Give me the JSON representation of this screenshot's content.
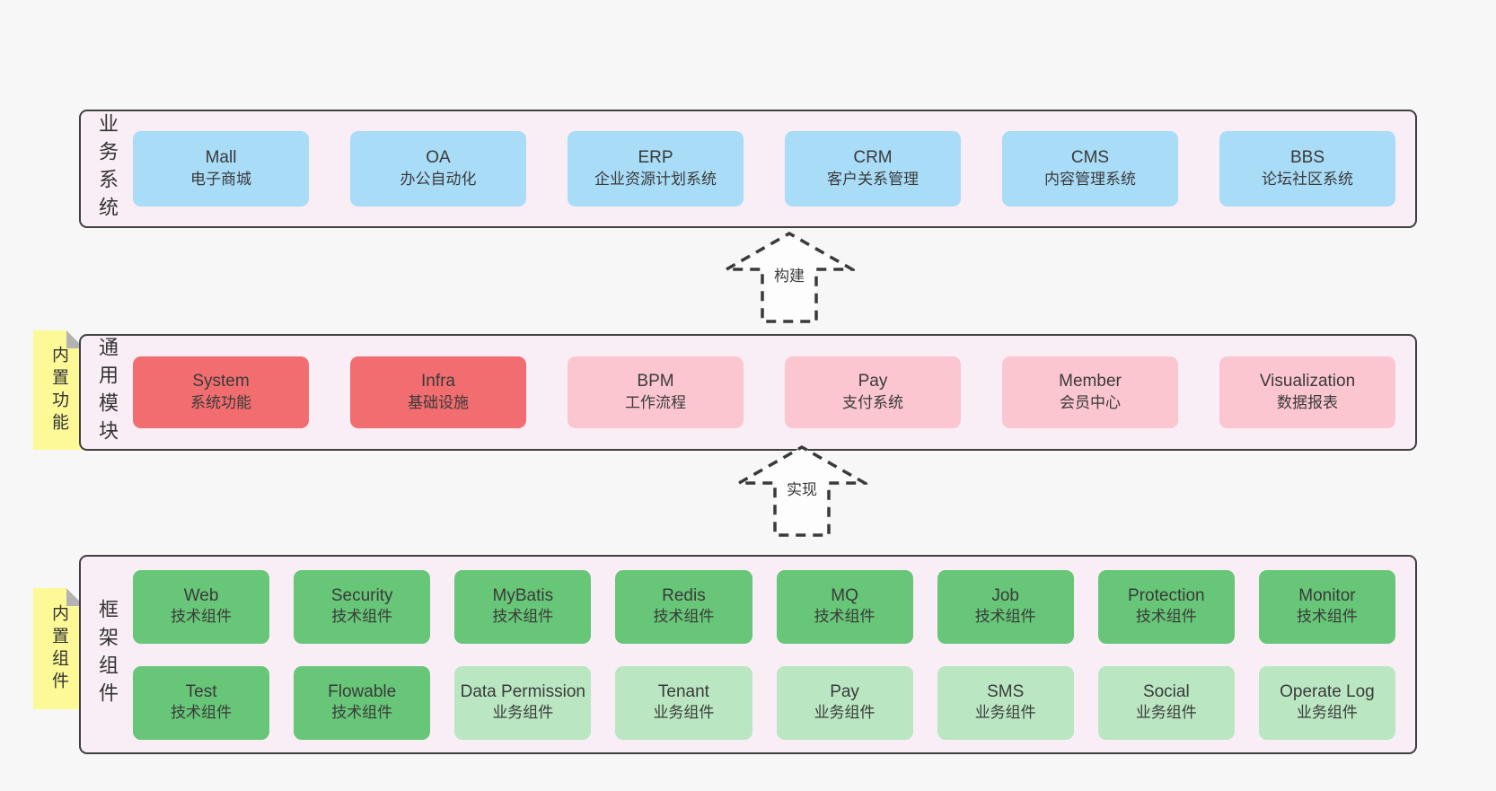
{
  "diagram": {
    "colors": {
      "blue": "#a9dcf7",
      "red": "#f26d6f",
      "pink": "#fbc6d0",
      "green": "#67c677",
      "green_light": "#bae7c2",
      "band_background": "#f9edf6",
      "sticky_yellow": "#fcf996",
      "border": "#3f3f3f"
    },
    "arrows": [
      {
        "label": "构建"
      },
      {
        "label": "实现"
      }
    ],
    "bands": [
      {
        "label": "业务系统",
        "boxes": [
          {
            "name": "Mall",
            "subtitle": "电子商城",
            "variant": "blue"
          },
          {
            "name": "OA",
            "subtitle": "办公自动化",
            "variant": "blue"
          },
          {
            "name": "ERP",
            "subtitle": "企业资源计划系统",
            "variant": "blue"
          },
          {
            "name": "CRM",
            "subtitle": "客户关系管理",
            "variant": "blue"
          },
          {
            "name": "CMS",
            "subtitle": "内容管理系统",
            "variant": "blue"
          },
          {
            "name": "BBS",
            "subtitle": "论坛社区系统",
            "variant": "blue"
          }
        ]
      },
      {
        "label": "通用模块",
        "sticky": "内置功能",
        "boxes": [
          {
            "name": "System",
            "subtitle": "系统功能",
            "variant": "red"
          },
          {
            "name": "Infra",
            "subtitle": "基础设施",
            "variant": "red"
          },
          {
            "name": "BPM",
            "subtitle": "工作流程",
            "variant": "pink"
          },
          {
            "name": "Pay",
            "subtitle": "支付系统",
            "variant": "pink"
          },
          {
            "name": "Member",
            "subtitle": "会员中心",
            "variant": "pink"
          },
          {
            "name": "Visualization",
            "subtitle": "数据报表",
            "variant": "pink"
          }
        ]
      },
      {
        "label": "框架组件",
        "sticky": "内置组件",
        "rows": [
          [
            {
              "name": "Web",
              "subtitle": "技术组件",
              "variant": "green"
            },
            {
              "name": "Security",
              "subtitle": "技术组件",
              "variant": "green"
            },
            {
              "name": "MyBatis",
              "subtitle": "技术组件",
              "variant": "green"
            },
            {
              "name": "Redis",
              "subtitle": "技术组件",
              "variant": "green"
            },
            {
              "name": "MQ",
              "subtitle": "技术组件",
              "variant": "green"
            },
            {
              "name": "Job",
              "subtitle": "技术组件",
              "variant": "green"
            },
            {
              "name": "Protection",
              "subtitle": "技术组件",
              "variant": "green"
            },
            {
              "name": "Monitor",
              "subtitle": "技术组件",
              "variant": "green"
            }
          ],
          [
            {
              "name": "Test",
              "subtitle": "技术组件",
              "variant": "green"
            },
            {
              "name": "Flowable",
              "subtitle": "技术组件",
              "variant": "green"
            },
            {
              "name": "Data Permission",
              "subtitle": "业务组件",
              "variant": "green-light"
            },
            {
              "name": "Tenant",
              "subtitle": "业务组件",
              "variant": "green-light"
            },
            {
              "name": "Pay",
              "subtitle": "业务组件",
              "variant": "green-light"
            },
            {
              "name": "SMS",
              "subtitle": "业务组件",
              "variant": "green-light"
            },
            {
              "name": "Social",
              "subtitle": "业务组件",
              "variant": "green-light"
            },
            {
              "name": "Operate Log",
              "subtitle": "业务组件",
              "variant": "green-light"
            }
          ]
        ]
      }
    ]
  }
}
